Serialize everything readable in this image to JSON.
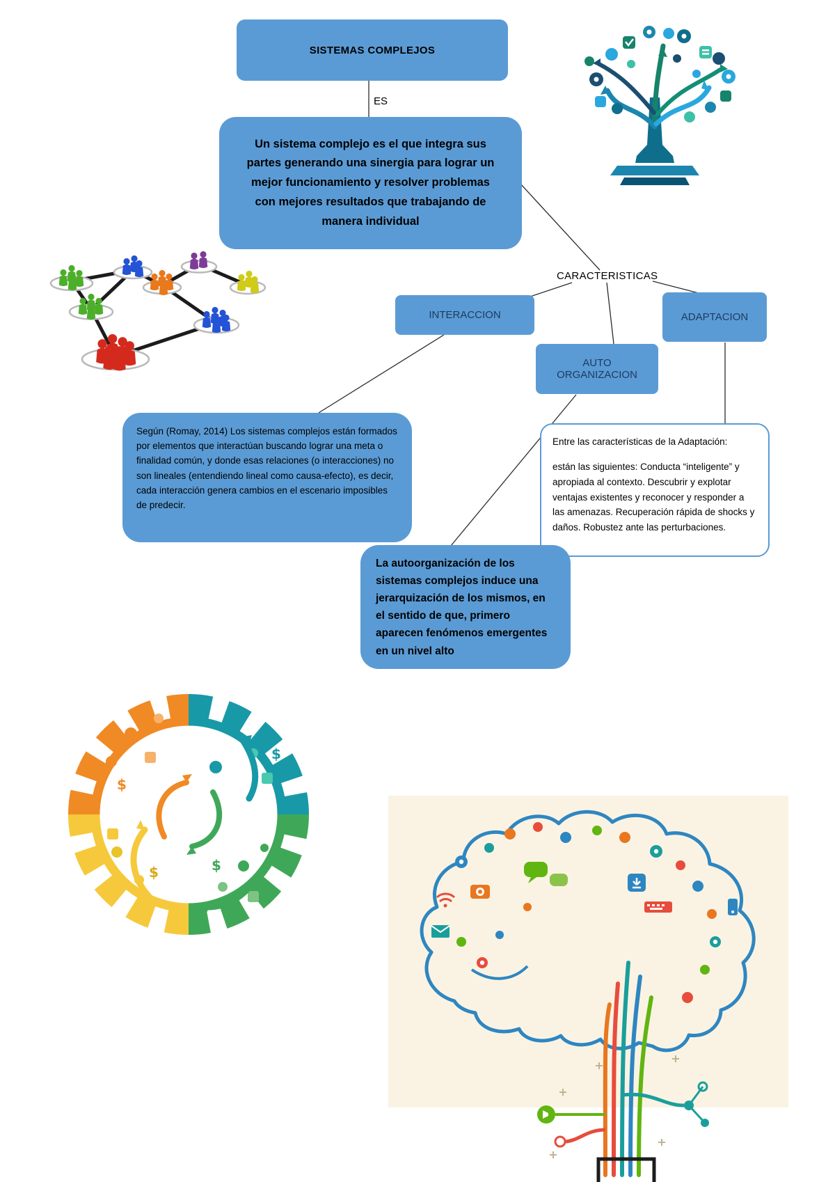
{
  "colors": {
    "page_bg": "#ffffff",
    "node_fill": "#5B9BD5",
    "node_text": "#000000",
    "category_text": "#1b3b5f",
    "connector": "#2b2b2b",
    "outline_box_border": "#5B9BD5"
  },
  "nodes": {
    "title": "SISTEMAS COMPLEJOS",
    "es_label": "ES",
    "definition": "Un sistema complejo es el que integra sus partes generando una sinergia para lograr un mejor funcionamiento y resolver problemas con mejores resultados que trabajando de manera individual",
    "caracteristicas": "CARACTERISTICAS",
    "interaccion": "INTERACCION",
    "adaptacion": "ADAPTACION",
    "auto_organizacion": "AUTO ORGANIZACION",
    "interaccion_desc": "Según (Romay, 2014) Los sistemas complejos están formados por elementos que interactúan buscando lograr una meta o finalidad común, y donde esas relaciones (o interacciones) no son lineales (entendiendo lineal como causa-efecto), es decir, cada interacción genera cambios en el escenario imposibles de predecir.",
    "adaptacion_desc_1": "Entre las características de la Adaptación:",
    "adaptacion_desc_2": "están las siguientes: Conducta “inteligente” y apropiada al contexto. Descubrir y explotar ventajas existentes y reconocer y responder a las amenazas. Recuperación rápida de shocks y daños. Robustez ante las perturbaciones.",
    "auto_desc": "La autoorganización de los sistemas complejos induce una jerarquización de los mismos, en el sentido de que, primero aparecen fenómenos emergentes en un nivel alto"
  },
  "illustrations": {
    "tree": "arrow-icon-tree",
    "network": "people-network-groups",
    "gear": "icon-gear-wheel",
    "brain": "icon-brain-tree"
  }
}
